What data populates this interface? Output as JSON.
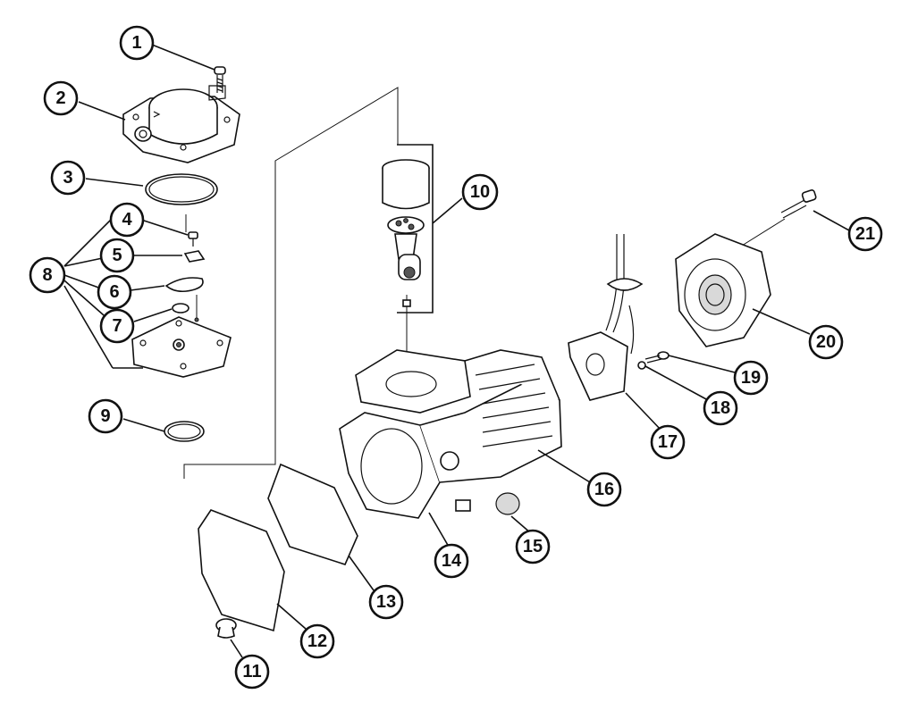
{
  "diagram": {
    "type": "exploded-parts-diagram",
    "callouts": [
      {
        "id": "1",
        "label": "1"
      },
      {
        "id": "2",
        "label": "2"
      },
      {
        "id": "3",
        "label": "3"
      },
      {
        "id": "4",
        "label": "4"
      },
      {
        "id": "5",
        "label": "5"
      },
      {
        "id": "6",
        "label": "6"
      },
      {
        "id": "7",
        "label": "7"
      },
      {
        "id": "8",
        "label": "8"
      },
      {
        "id": "9",
        "label": "9"
      },
      {
        "id": "10",
        "label": "10"
      },
      {
        "id": "11",
        "label": "11"
      },
      {
        "id": "12",
        "label": "12"
      },
      {
        "id": "13",
        "label": "13"
      },
      {
        "id": "14",
        "label": "14"
      },
      {
        "id": "15",
        "label": "15"
      },
      {
        "id": "16",
        "label": "16"
      },
      {
        "id": "17",
        "label": "17"
      },
      {
        "id": "18",
        "label": "18"
      },
      {
        "id": "19",
        "label": "19"
      },
      {
        "id": "20",
        "label": "20"
      },
      {
        "id": "21",
        "label": "21"
      }
    ]
  },
  "colors": {
    "line": "#111111",
    "background": "#ffffff"
  }
}
